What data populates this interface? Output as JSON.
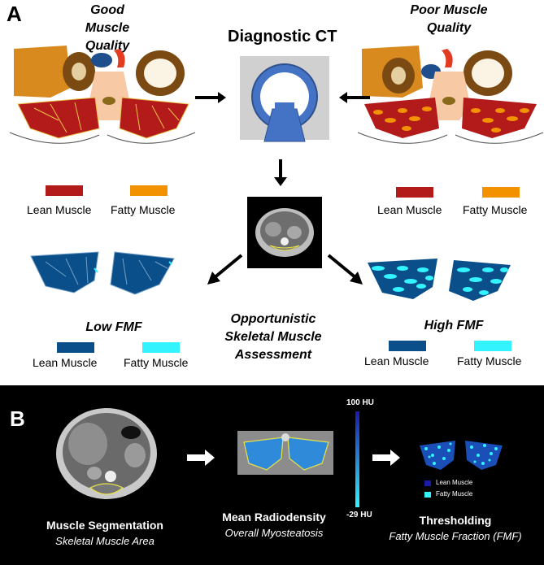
{
  "panel_a": {
    "letter": "A",
    "good_quality": "Good Muscle Quality",
    "poor_quality": "Poor Muscle Quality",
    "diagnostic_ct": "Diagnostic CT",
    "legend_top_left": {
      "lean": "Lean Muscle",
      "fatty": "Fatty Muscle"
    },
    "legend_top_right": {
      "lean": "Lean Muscle",
      "fatty": "Fatty Muscle"
    },
    "low_fmf": "Low FMF",
    "high_fmf": "High FMF",
    "center_caption": "Opportunistic Skeletal Muscle Assessment",
    "legend_bottom_left": {
      "lean": "Lean Muscle",
      "fatty": "Fatty Muscle"
    },
    "legend_bottom_right": {
      "lean": "Lean Muscle",
      "fatty": "Fatty Muscle"
    },
    "colors": {
      "lean_red": "#b31b1b",
      "fatty_orange": "#f39200",
      "lean_blue": "#0b4f8a",
      "fatty_cyan": "#33f3ff"
    }
  },
  "panel_b": {
    "letter": "B",
    "step1_title": "Muscle Segmentation",
    "step1_sub": "Skeletal Muscle Area",
    "step2_title": "Mean Radiodensity",
    "step2_sub": "Overall Myosteatosis",
    "step3_title": "Thresholding",
    "step3_sub": "Fatty Muscle Fraction (FMF)",
    "scale_top": "100 HU",
    "scale_bottom": "-29 HU",
    "legend_lean": "Lean Muscle",
    "legend_fatty": "Fatty Muscle"
  }
}
